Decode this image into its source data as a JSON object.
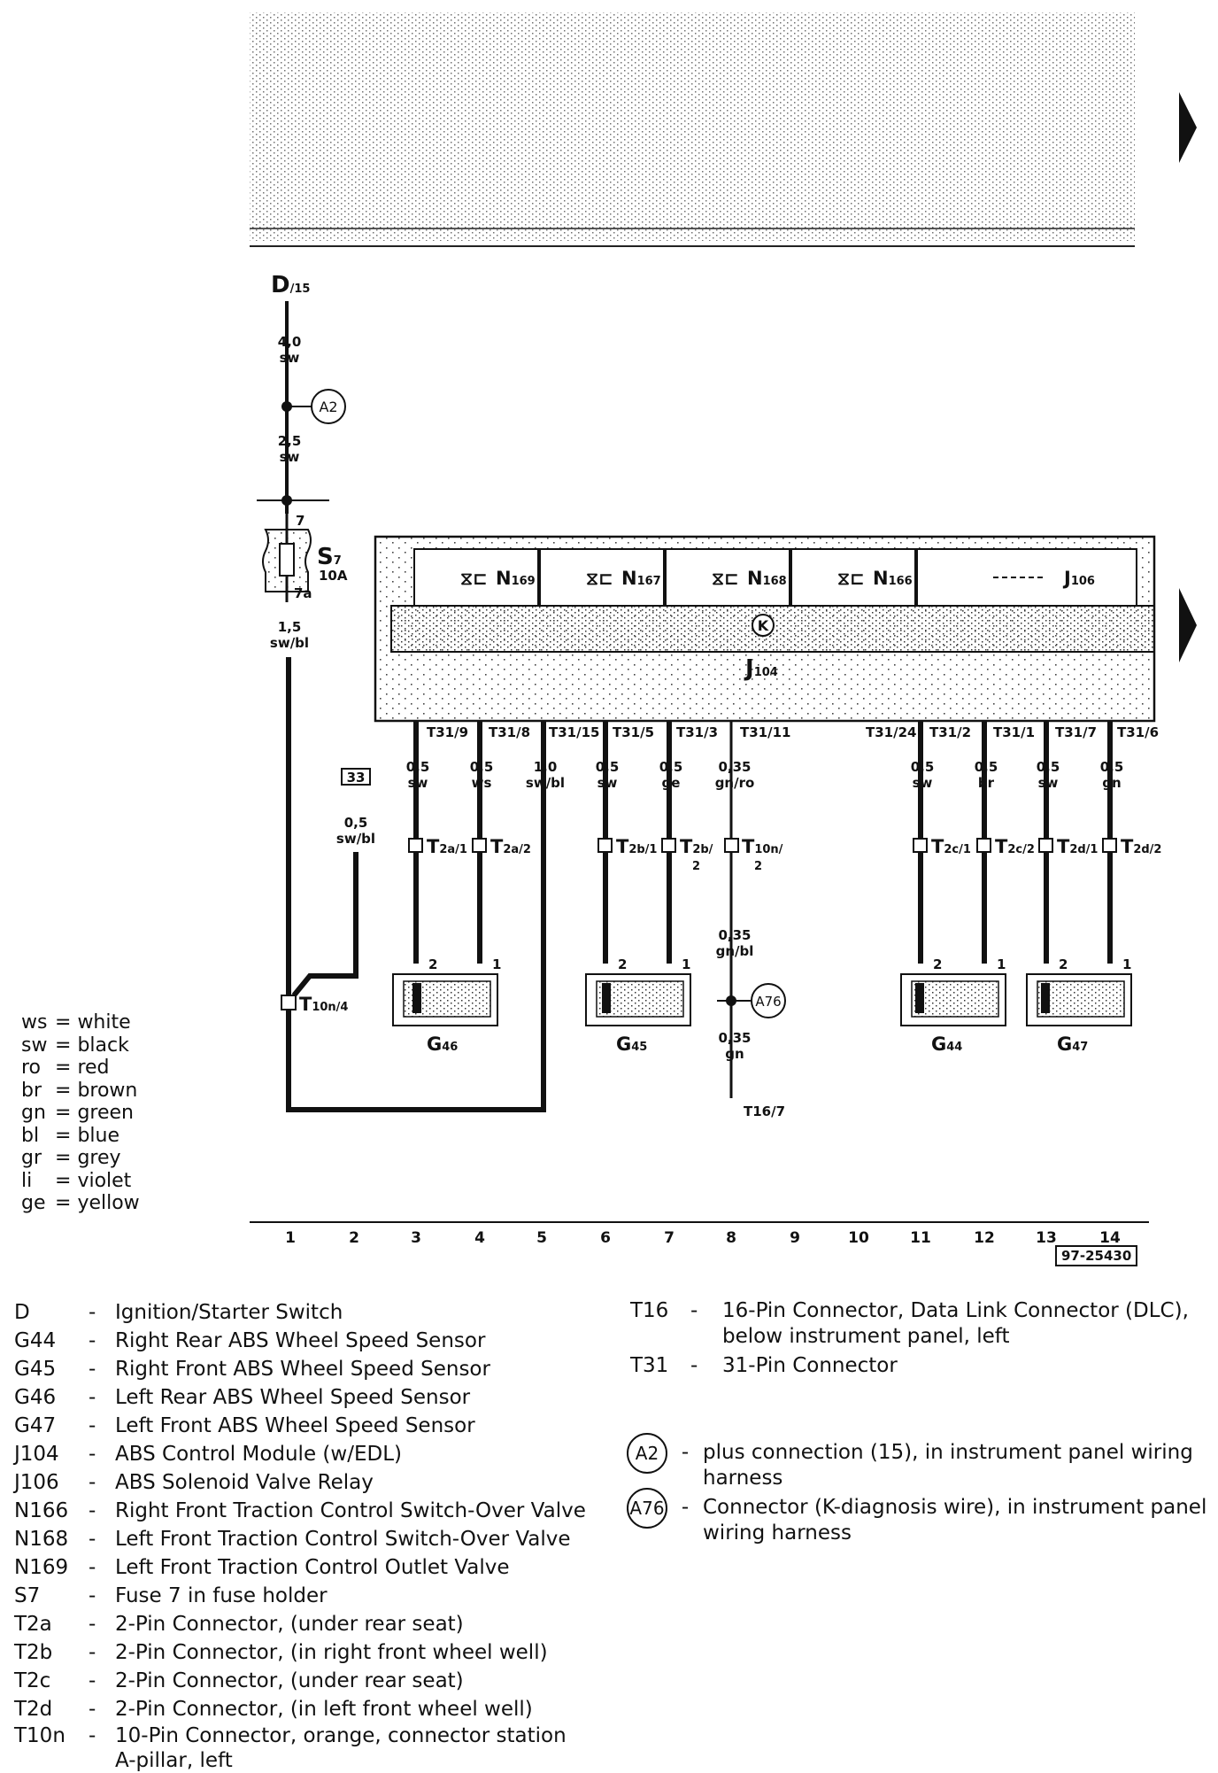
{
  "diagram": {
    "top_block": {
      "label": "D",
      "sub": "/15"
    },
    "main_wires": [
      {
        "size": "4,0",
        "color": "sw"
      },
      {
        "size": "2,5",
        "color": "sw"
      },
      {
        "size": "1,5",
        "color": "sw/bl"
      }
    ],
    "fuse": {
      "label": "S",
      "sub": "7",
      "rating": "10A",
      "pin_in": "7",
      "pin_out": "7a"
    },
    "connector_A2": "A2",
    "connector_A76": "A76",
    "module": {
      "label": "J",
      "sub": "104",
      "k_symbol": "K"
    },
    "valves": [
      {
        "label": "N",
        "sub": "169"
      },
      {
        "label": "N",
        "sub": "167"
      },
      {
        "label": "N",
        "sub": "168"
      },
      {
        "label": "N",
        "sub": "166"
      }
    ],
    "relay": {
      "label": "J",
      "sub": "106"
    },
    "module_pins": [
      "T31/9",
      "T31/8",
      "T31/15",
      "T31/5",
      "T31/3",
      "T31/11",
      "T31/24",
      "T31/2",
      "T31/1",
      "T31/7",
      "T31/6"
    ],
    "branch_wires": [
      {
        "size": "0,5",
        "color": "sw"
      },
      {
        "size": "0,5",
        "color": "ws"
      },
      {
        "size": "1,0",
        "color": "sw/bl"
      },
      {
        "size": "0,5",
        "color": "sw"
      },
      {
        "size": "0,5",
        "color": "ge"
      },
      {
        "size": "0,35",
        "color": "gn/ro"
      },
      {
        "size": "0,5",
        "color": "sw"
      },
      {
        "size": "0,5",
        "color": "br"
      },
      {
        "size": "0,5",
        "color": "sw"
      },
      {
        "size": "0,5",
        "color": "gn"
      }
    ],
    "ref_box": "33",
    "ref_wire": {
      "size": "0,5",
      "color": "sw/bl"
    },
    "connectors_small": [
      {
        "main": "T",
        "sub": "2a/1"
      },
      {
        "main": "T",
        "sub": "2a/2"
      },
      {
        "main": "T",
        "sub": "2b/1"
      },
      {
        "main": "T",
        "sub": "2b/"
      },
      {
        "main": "T",
        "sub": "10n/"
      },
      {
        "main": "T",
        "sub": "2c/1"
      },
      {
        "main": "T",
        "sub": "2c/2"
      },
      {
        "main": "T",
        "sub": "2d/1"
      },
      {
        "main": "T",
        "sub": "2d/2"
      }
    ],
    "t2b_suffix": "2",
    "t10n_suffix": "2",
    "k_wire_1": {
      "size": "0,35",
      "color": "gn/bl"
    },
    "k_wire_2": {
      "size": "0,35",
      "color": "gn"
    },
    "t16_label": "T16/7",
    "t10n4": {
      "main": "T",
      "sub": "10n/4"
    },
    "sensor_pins": [
      "2",
      "1"
    ],
    "sensors": [
      {
        "label": "G",
        "sub": "46"
      },
      {
        "label": "G",
        "sub": "45"
      },
      {
        "label": "G",
        "sub": "44"
      },
      {
        "label": "G",
        "sub": "47"
      }
    ],
    "column_numbers": [
      "1",
      "2",
      "3",
      "4",
      "5",
      "6",
      "7",
      "8",
      "9",
      "10",
      "11",
      "12",
      "13",
      "14"
    ],
    "ref_code": "97-25430"
  },
  "color_legend": [
    {
      "code": "ws",
      "name": "white"
    },
    {
      "code": "sw",
      "name": "black"
    },
    {
      "code": "ro",
      "name": "red"
    },
    {
      "code": "br",
      "name": "brown"
    },
    {
      "code": "gn",
      "name": "green"
    },
    {
      "code": "bl",
      "name": "blue"
    },
    {
      "code": "gr",
      "name": "grey"
    },
    {
      "code": "li",
      "name": "violet"
    },
    {
      "code": "ge",
      "name": "yellow"
    }
  ],
  "components_left": [
    {
      "code": "D",
      "desc": "Ignition/Starter Switch"
    },
    {
      "code": "G44",
      "desc": "Right Rear ABS Wheel Speed Sensor"
    },
    {
      "code": "G45",
      "desc": "Right Front ABS Wheel Speed Sensor"
    },
    {
      "code": "G46",
      "desc": "Left Rear ABS Wheel Speed Sensor"
    },
    {
      "code": "G47",
      "desc": "Left Front ABS Wheel Speed Sensor"
    },
    {
      "code": "J104",
      "desc": "ABS Control Module (w/EDL)"
    },
    {
      "code": "J106",
      "desc": "ABS Solenoid Valve Relay"
    },
    {
      "code": "N166",
      "desc": "Right Front Traction Control Switch-Over Valve"
    },
    {
      "code": "N168",
      "desc": "Left Front Traction Control Switch-Over Valve"
    },
    {
      "code": "N169",
      "desc": "Left Front Traction Control Outlet Valve"
    },
    {
      "code": "S7",
      "desc": "Fuse 7 in fuse holder"
    },
    {
      "code": "T2a",
      "desc": "2-Pin Connector, (under rear seat)"
    },
    {
      "code": "T2b",
      "desc": "2-Pin Connector, (in right front wheel well)"
    },
    {
      "code": "T2c",
      "desc": "2-Pin Connector, (under rear seat)"
    },
    {
      "code": "T2d",
      "desc": "2-Pin Connector, (in left front wheel well)"
    },
    {
      "code": "T10n",
      "desc": "10-Pin Connector, orange, connector station A-pillar, left"
    }
  ],
  "components_right": [
    {
      "code": "T16",
      "desc": "16-Pin Connector, Data Link Connector (DLC), below instrument panel, left"
    },
    {
      "code": "T31",
      "desc": "31-Pin Connector"
    }
  ],
  "locations": [
    {
      "code": "A2",
      "desc": "plus connection (15), in instrument panel wiring harness"
    },
    {
      "code": "A76",
      "desc": "Connector (K-diagnosis wire), in instrument panel wiring harness"
    }
  ],
  "dash": "-"
}
